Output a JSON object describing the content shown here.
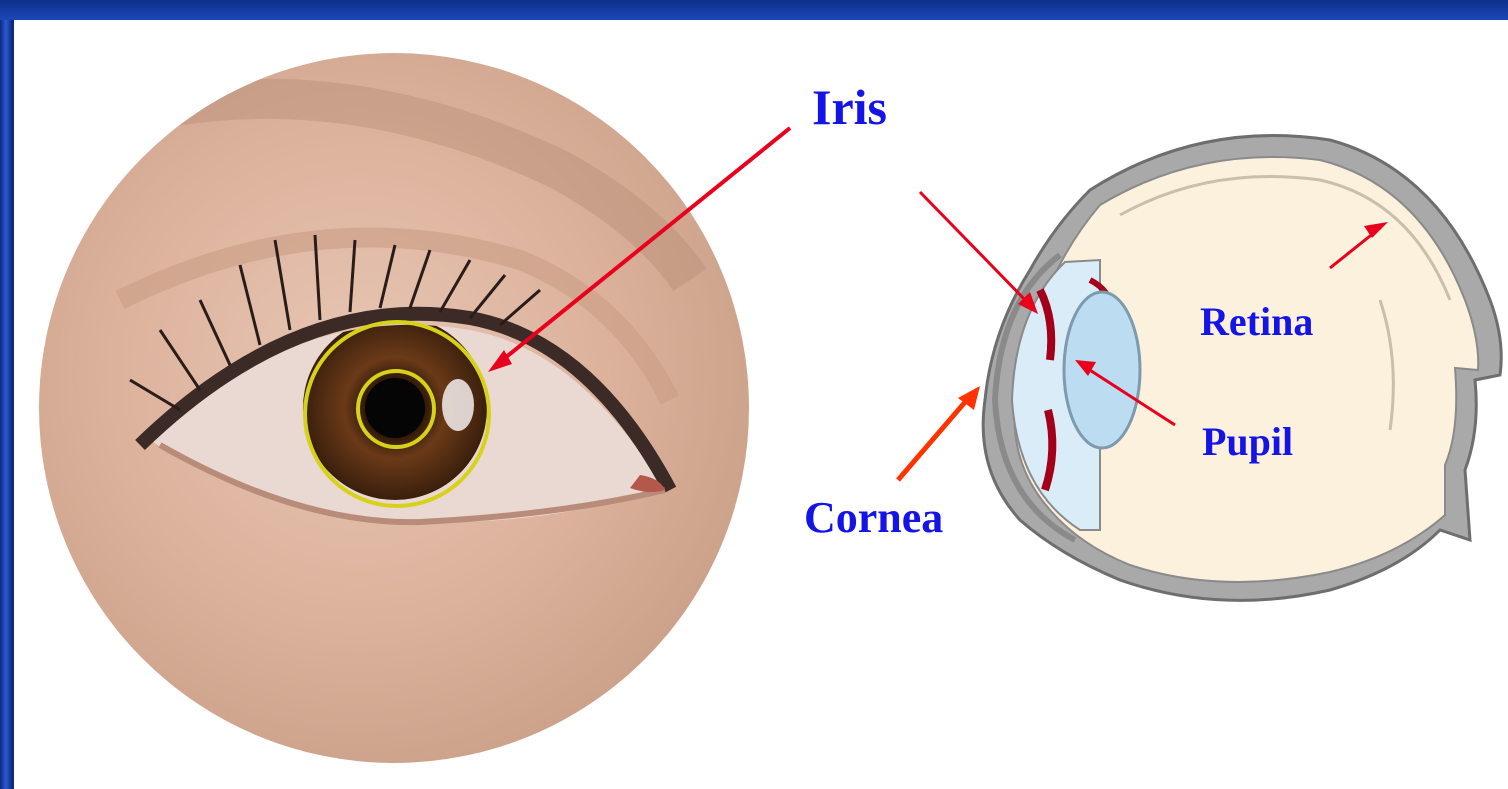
{
  "labels": {
    "iris": "Iris",
    "cornea": "Cornea",
    "retina": "Retina",
    "pupil": "Pupil"
  },
  "colors": {
    "label_text": "#1414e6",
    "pointer_red": "#e8001c",
    "pointer_orange": "#ff3300",
    "highlight_circle": "#d6d21a",
    "slide_background": "#1b3f9a"
  }
}
